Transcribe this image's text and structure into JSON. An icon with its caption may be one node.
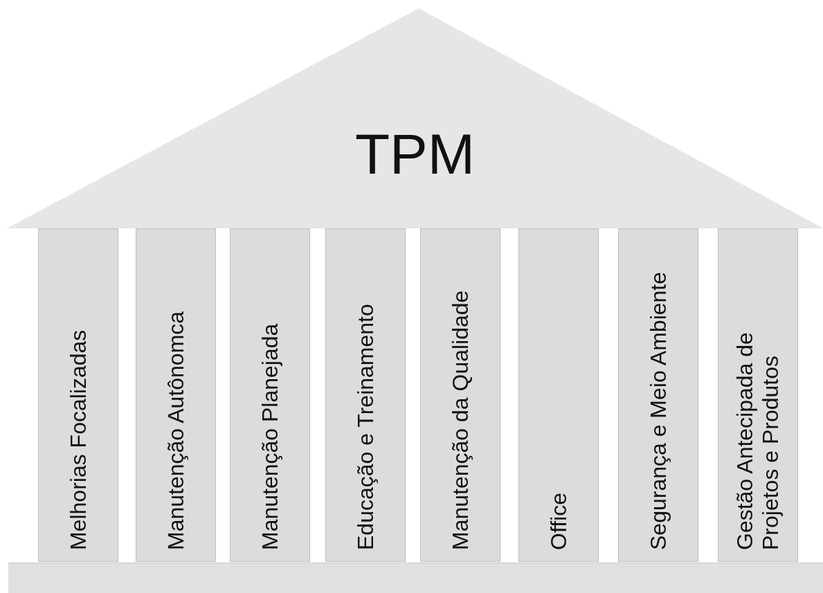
{
  "diagram": {
    "nodes": [
      {
        "text": [
          "TPM"
        ]
      },
      {
        "text": [
          "Melhorias Focalizadas"
        ]
      },
      {
        "text": [
          "Manutenção Autônomca"
        ]
      },
      {
        "text": [
          "Manutenção Planejada"
        ]
      },
      {
        "text": [
          "Educação e Treinamento"
        ]
      },
      {
        "text": [
          "Manutenção da Qualidade"
        ]
      },
      {
        "text": [
          "Office"
        ]
      },
      {
        "text": [
          "Segurança e Meio Ambiente"
        ]
      },
      {
        "text": [
          "Gestão Antecipada de Projetos e Produtos"
        ]
      },
      {
        "text": [],
        "shape": "bar"
      }
    ]
  }
}
